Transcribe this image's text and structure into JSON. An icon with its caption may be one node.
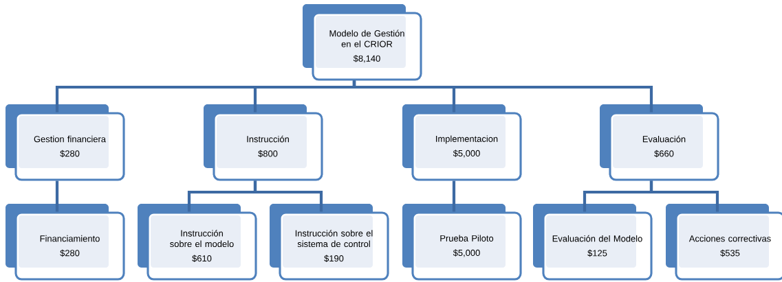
{
  "diagram": {
    "nodes": [
      {
        "text": [
          "Modelo de Gestión en el CRIOR",
          "$8,140"
        ]
      },
      {
        "text": [
          "Gestion financiera",
          "$280"
        ]
      },
      {
        "text": [
          "Instrucción",
          "$800"
        ]
      },
      {
        "text": [
          "Implementacion",
          "$5,000"
        ]
      },
      {
        "text": [
          "Evaluación",
          "$660"
        ]
      },
      {
        "text": [
          "Financiamiento",
          "$280"
        ]
      },
      {
        "text": [
          "Instrucción sobre el modelo",
          "$610"
        ]
      },
      {
        "text": [
          "Instrucción sobre el sistema de control",
          "$190"
        ]
      },
      {
        "text": [
          "Prueba Piloto",
          "$5,000"
        ]
      },
      {
        "text": [
          "Evaluación del Modelo",
          "$125"
        ]
      },
      {
        "text": [
          "Acciones correctivas",
          "$535"
        ]
      }
    ],
    "edges": [
      {
        "from": 0,
        "to": 1,
        "arrow": "none"
      },
      {
        "from": 0,
        "to": 2,
        "arrow": "none"
      },
      {
        "from": 0,
        "to": 3,
        "arrow": "none"
      },
      {
        "from": 0,
        "to": 4,
        "arrow": "none"
      },
      {
        "from": 1,
        "to": 5,
        "arrow": "none"
      },
      {
        "from": 2,
        "to": 6,
        "arrow": "none"
      },
      {
        "from": 2,
        "to": 7,
        "arrow": "none"
      },
      {
        "from": 3,
        "to": 8,
        "arrow": "none"
      },
      {
        "from": 4,
        "to": 9,
        "arrow": "none"
      },
      {
        "from": 4,
        "to": 10,
        "arrow": "none"
      }
    ]
  }
}
